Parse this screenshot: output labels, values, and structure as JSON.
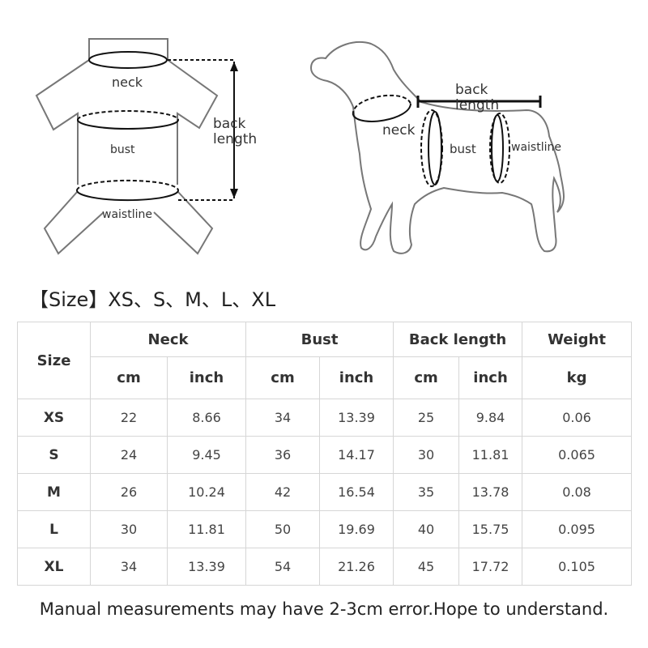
{
  "diagram": {
    "shirt": {
      "neck_label": "neck",
      "bust_label": "bust",
      "waist_label": "waistline",
      "back_label_1": "back",
      "back_label_2": "length"
    },
    "dog": {
      "neck_label": "neck",
      "bust_label": "bust",
      "waist_label": "waistline",
      "back_label_1": "back",
      "back_label_2": "length"
    }
  },
  "size_line": "【Size】XS、S、M、L、XL",
  "table": {
    "size_header": "Size",
    "group_headers": [
      "Neck",
      "Bust",
      "Back length",
      "Weight"
    ],
    "unit_headers": [
      "cm",
      "inch",
      "cm",
      "inch",
      "cm",
      "inch",
      "kg"
    ],
    "rows": [
      {
        "size": "XS",
        "neck_cm": "22",
        "neck_in": "8.66",
        "bust_cm": "34",
        "bust_in": "13.39",
        "back_cm": "25",
        "back_in": "9.84",
        "weight_kg": "0.06"
      },
      {
        "size": "S",
        "neck_cm": "24",
        "neck_in": "9.45",
        "bust_cm": "36",
        "bust_in": "14.17",
        "back_cm": "30",
        "back_in": "11.81",
        "weight_kg": "0.065"
      },
      {
        "size": "M",
        "neck_cm": "26",
        "neck_in": "10.24",
        "bust_cm": "42",
        "bust_in": "16.54",
        "back_cm": "35",
        "back_in": "13.78",
        "weight_kg": "0.08"
      },
      {
        "size": "L",
        "neck_cm": "30",
        "neck_in": "11.81",
        "bust_cm": "50",
        "bust_in": "19.69",
        "back_cm": "40",
        "back_in": "15.75",
        "weight_kg": "0.095"
      },
      {
        "size": "XL",
        "neck_cm": "34",
        "neck_in": "13.39",
        "bust_cm": "54",
        "bust_in": "21.26",
        "back_cm": "45",
        "back_in": "17.72",
        "weight_kg": "0.105"
      }
    ]
  },
  "note": "Manual measurements may have 2-3cm error.Hope to understand.",
  "colors": {
    "outline": "#777777",
    "measure": "#111111",
    "grid": "#d6d6d6"
  }
}
